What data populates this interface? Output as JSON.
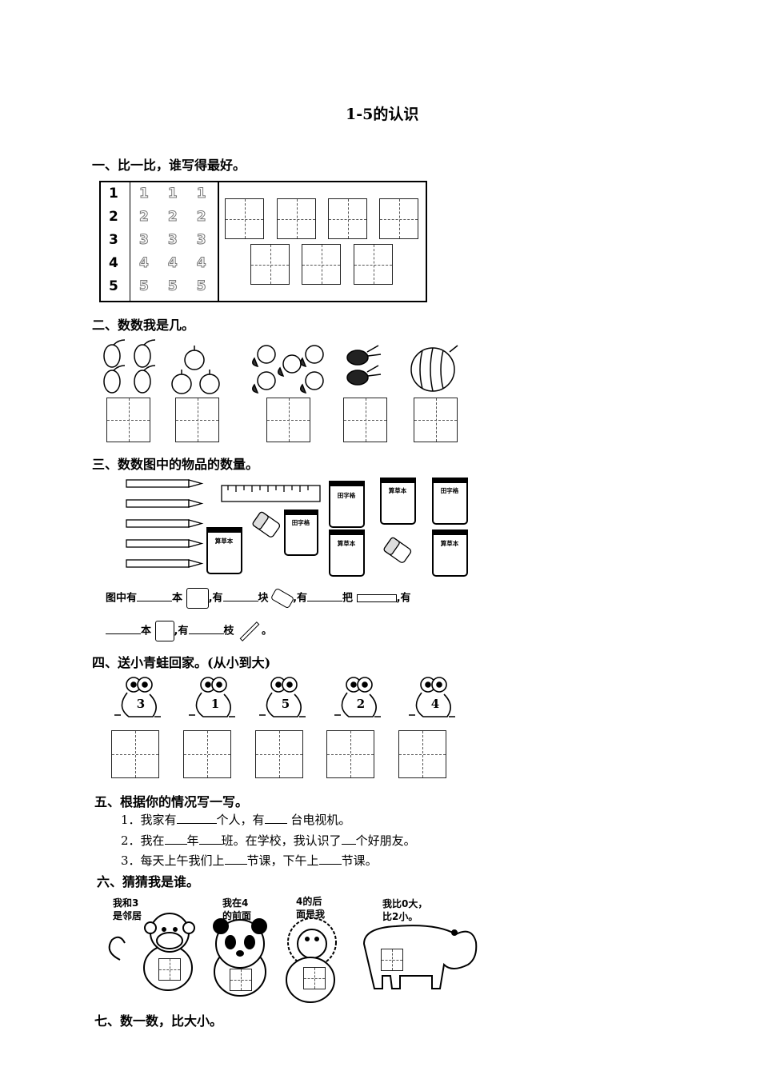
{
  "title": "1-5的认识",
  "sections": {
    "s1": "一、比一比，谁写得最好。",
    "s2": "二、数数我是几。",
    "s3": "三、数数图中的物品的数量。",
    "s4": "四、送小青蛙回家。(从小到大)",
    "s5": "五、根据你的情况写一写。",
    "s6": "六、猜猜我是谁。",
    "s7": "七、数一数，比大小。"
  },
  "digits": [
    "1",
    "2",
    "3",
    "4",
    "5"
  ],
  "q3": {
    "notebook_labels": [
      "田字格",
      "算草本"
    ],
    "line1": {
      "a": "图中有",
      "b": "本",
      "c": ",有",
      "d": "块",
      "e": ",有",
      "f": "把",
      "g": ",有"
    },
    "line2": {
      "a": "本",
      "b": ",有",
      "c": "枝",
      "d": "。"
    }
  },
  "frogs": [
    "3",
    "1",
    "5",
    "2",
    "4"
  ],
  "q5": {
    "l1": {
      "a": "1．我家有",
      "b": "个人，有",
      "c": " 台电视机。"
    },
    "l2": {
      "a": "2．我在",
      "b": "年",
      "c": "班。在学校，我认识了",
      "d": "个好朋友。"
    },
    "l3": {
      "a": "3．每天上午我们上",
      "b": "节课，下午上",
      "c": "节课。"
    }
  },
  "q6": {
    "monkey": [
      "我和3",
      "是邻居"
    ],
    "panda": [
      "我在4",
      "的前面"
    ],
    "lion": [
      "4的后",
      "面是我"
    ],
    "hippo": [
      "我比0大，",
      "比2小。"
    ]
  }
}
